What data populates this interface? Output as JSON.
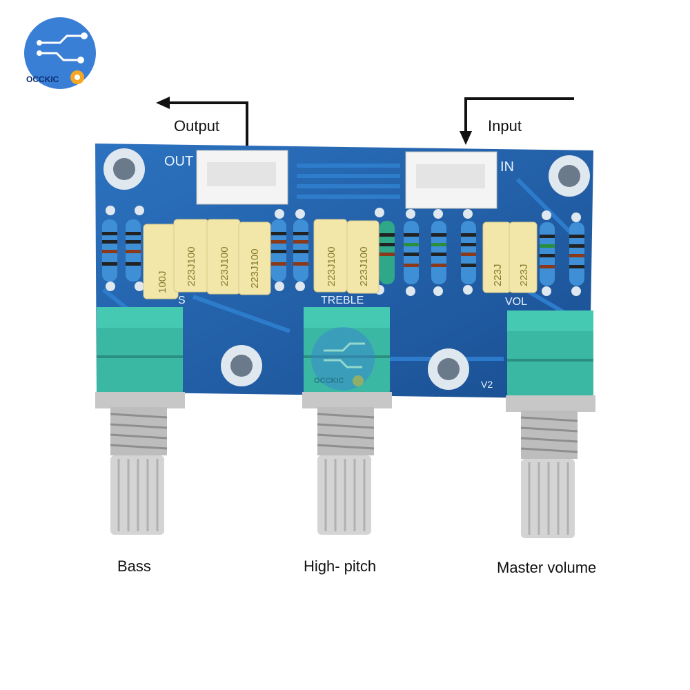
{
  "brand": {
    "name": "OCCKIC"
  },
  "labels": {
    "output": "Output",
    "input": "Input",
    "bass": "Bass",
    "high_pitch": "High- pitch",
    "master_volume": "Master volume"
  },
  "board": {
    "silkscreen_out": "OUT",
    "silkscreen_in": "IN",
    "silkscreen_bass": "S",
    "silkscreen_treble": "TREBLE",
    "silkscreen_vol": "VOL",
    "version": "V2",
    "capacitor_codes": [
      "100J",
      "223J100",
      "223J100",
      "223J100",
      "223J100",
      "223J100",
      "223J",
      "223J"
    ]
  },
  "colors": {
    "pcb": "#1f5fa8",
    "pot_body": "#3bb8a4",
    "capacitor": "#f2e6a8",
    "brand_blue": "#3a7fd6"
  }
}
